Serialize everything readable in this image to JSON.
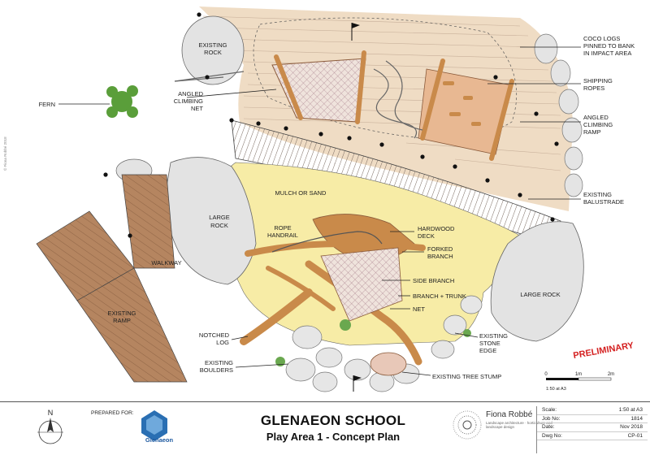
{
  "labels": {
    "coco_logs": [
      "COCO LOGS",
      "PINNED TO BANK",
      "IN IMPACT AREA"
    ],
    "shipping_ropes": [
      "SHIPPING",
      "ROPES"
    ],
    "angled_ramp": [
      "ANGLED",
      "CLIMBING",
      "RAMP"
    ],
    "existing_balustrade": [
      "EXISTING",
      "BALUSTRADE"
    ],
    "existing_rock": [
      "EXISTING",
      "ROCK"
    ],
    "fern": "FERN",
    "angled_net": [
      "ANGLED",
      "CLIMBING",
      "NET"
    ],
    "mulch": "MULCH OR SAND",
    "large_rock_left": [
      "LARGE",
      "ROCK"
    ],
    "large_rock_right": "LARGE ROCK",
    "rope_handrail": [
      "ROPE",
      "HANDRAIL"
    ],
    "hardwood_deck": [
      "HARDWOOD",
      "DECK"
    ],
    "forked_branch": [
      "FORKED",
      "BRANCH"
    ],
    "side_branch": "SIDE BRANCH",
    "branch_trunk": "BRANCH + TRUNK",
    "net": "NET",
    "walkway": "WALKWAY",
    "existing_ramp": [
      "EXISTING",
      "RAMP"
    ],
    "notched_log": [
      "NOTCHED",
      "LOG"
    ],
    "existing_boulders": [
      "EXISTING",
      "BOULDERS"
    ],
    "existing_stone_edge": [
      "EXISTING",
      "STONE",
      "EDGE"
    ],
    "existing_tree_stump": "EXISTING TREE STUMP",
    "preliminary": "PRELIMINARY"
  },
  "scale_bar": {
    "ticks": [
      "0",
      "1m",
      "2m"
    ],
    "note": "1:50 at A3"
  },
  "title_block": {
    "prepared_for": "PREPARED FOR:",
    "client_logo_text": "Glenaeon",
    "school": "GLENAEON SCHOOL",
    "subtitle": "Play Area 1 - Concept Plan",
    "designer": "Fiona Robbé",
    "designer_tag": "Landscape architecture · horticulture and landscape design",
    "meta": [
      {
        "key": "Scale:",
        "value": "1:50 at A3"
      },
      {
        "key": "Job No:",
        "value": "1814"
      },
      {
        "key": "Date:",
        "value": "Nov 2018"
      },
      {
        "key": "Dwg No:",
        "value": "CP-01"
      }
    ],
    "copyright": "© Fiona Robbé 2018"
  },
  "colors": {
    "bank": "#efdcc4",
    "mulch": "#f7eca6",
    "timber": "#c98a4a",
    "rock": "#dedede",
    "fern": "#5a9e3a",
    "preliminary": "#d42020"
  }
}
